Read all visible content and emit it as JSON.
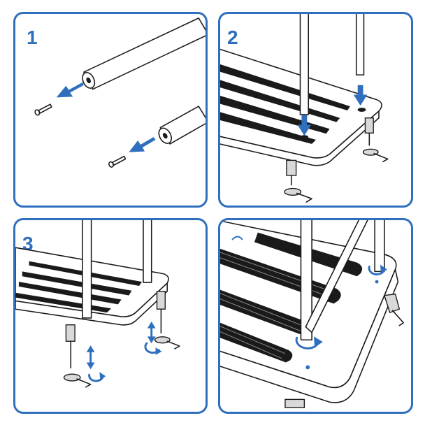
{
  "steps": [
    {
      "number": "1"
    },
    {
      "number": "2"
    },
    {
      "number": "3"
    },
    {
      "number": ""
    }
  ],
  "colors": {
    "accent": "#2f6fbd",
    "line": "#1a1a1a"
  },
  "icons": [
    "insert-arrow-icon",
    "down-arrow-icon",
    "up-down-arrow-icon",
    "rotate-arrow-icon"
  ]
}
